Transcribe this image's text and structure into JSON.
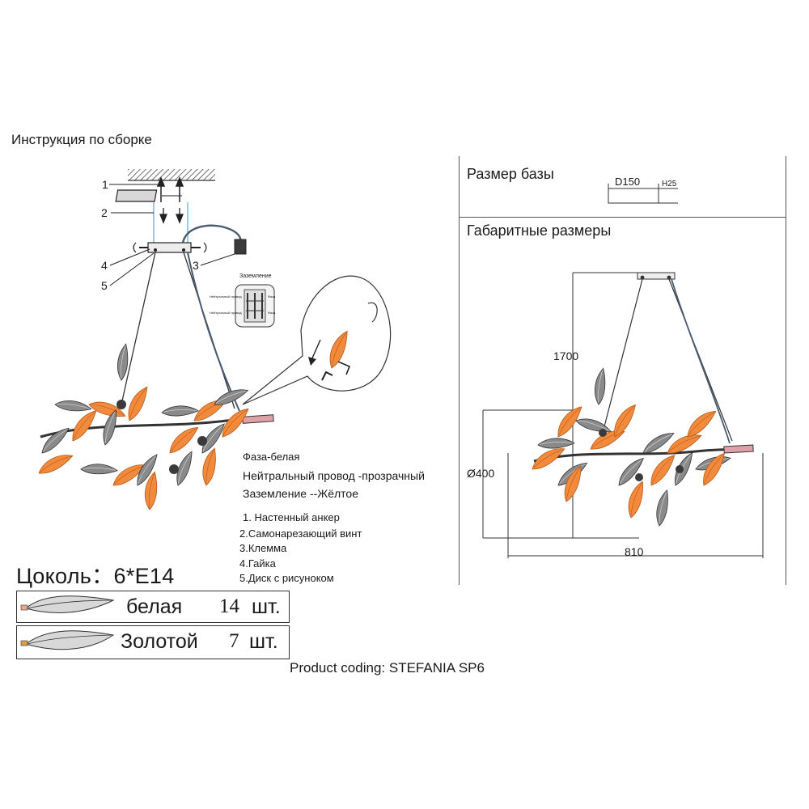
{
  "page": {
    "title": "Инструкция по сборке",
    "product_coding": "Product coding: STEFANIA SP6"
  },
  "callouts": [
    "1",
    "2",
    "3",
    "4",
    "5"
  ],
  "grounding_box": {
    "title": "Заземление",
    "left_labels": [
      "Нейтральный провод",
      "Нейтральный провод"
    ],
    "right_labels": [
      "Фаза",
      "Фаза"
    ]
  },
  "wiring": {
    "phase": "Фаза-белая",
    "neutral": "Нейтральный провод -прозрачный",
    "ground": "Заземление --Жёлтое"
  },
  "parts": [
    "1. Настенный анкер",
    "2.Самонарезающий винт",
    "3.Клемма",
    "4.Гайка",
    "5.Диск с рисуноком"
  ],
  "socket": "Цоколь：6*E14",
  "leaves": [
    {
      "name": "белая",
      "count": "14",
      "unit": "шт.",
      "color": "#e8a98a"
    },
    {
      "name": "Золотой",
      "count": "7",
      "unit": "шт.",
      "color": "#d9a04a"
    }
  ],
  "base_size": {
    "title": "Размер базы",
    "diameter": "D150",
    "height": "H25"
  },
  "overall": {
    "title": "Габаритные размеры",
    "height": "1700",
    "diameter": "Ø400",
    "width": "810"
  },
  "colors": {
    "leaf_orange": "#f28a3c",
    "line": "#2b2b2b",
    "cable": "#4a5a70"
  }
}
